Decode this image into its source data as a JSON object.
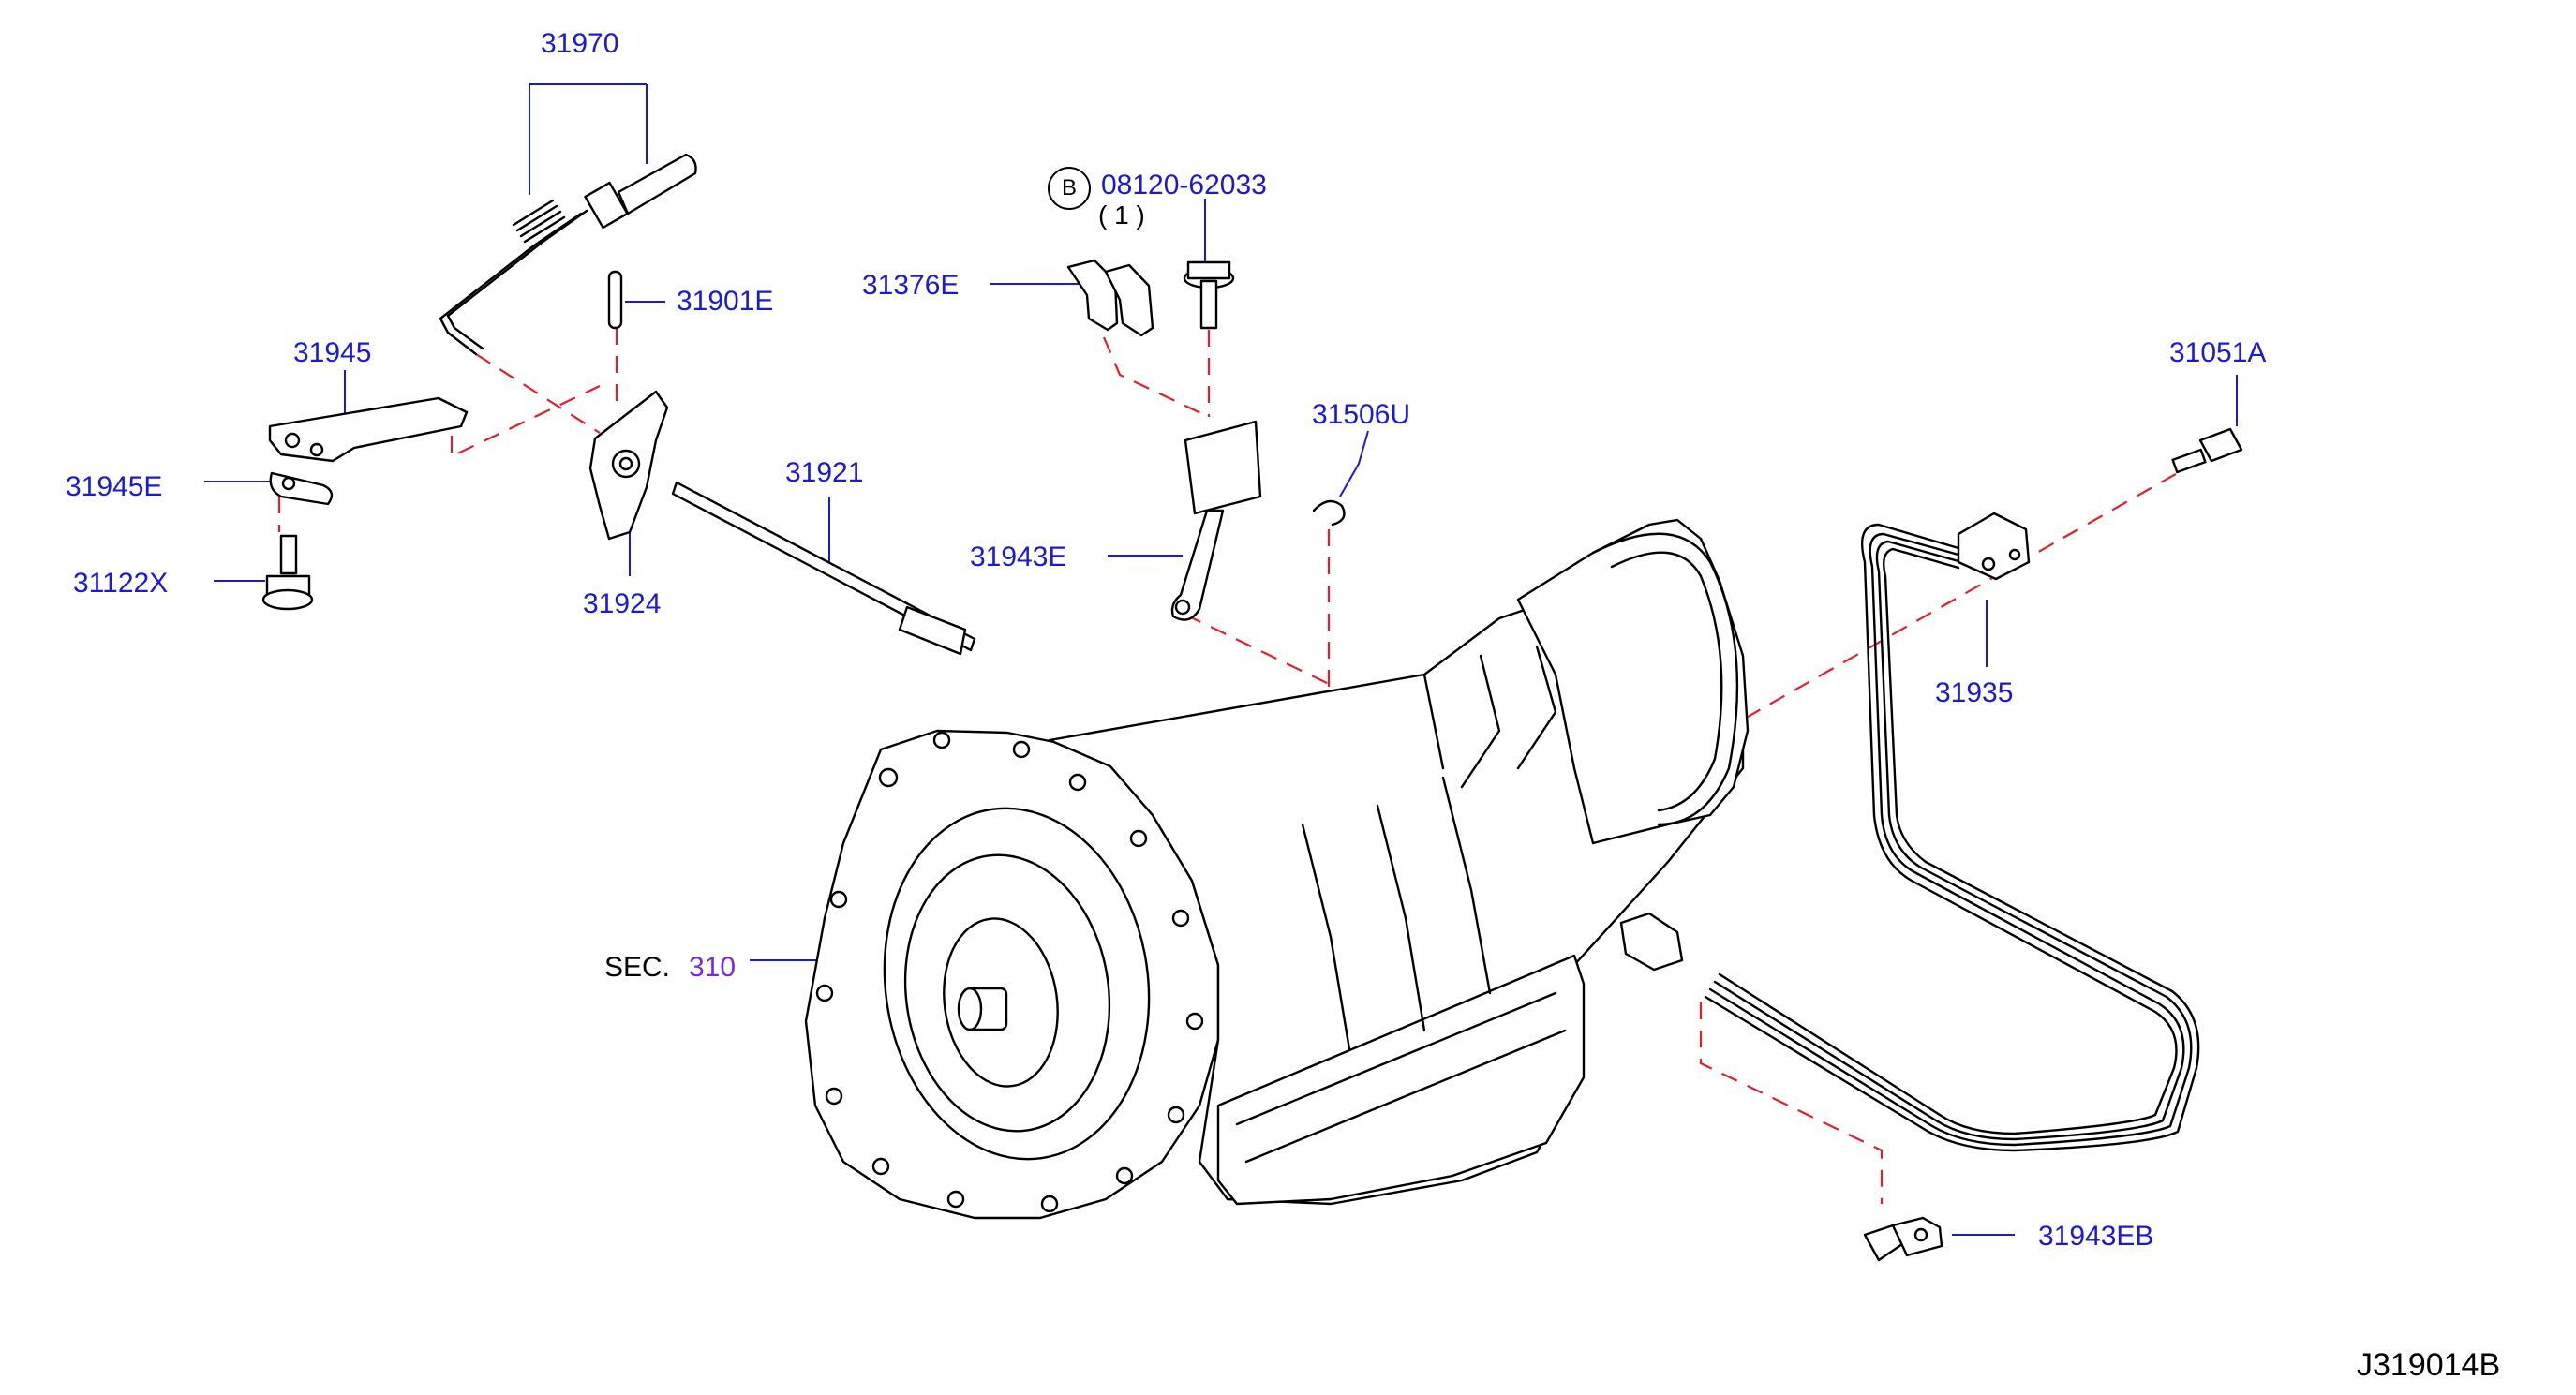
{
  "labels": {
    "p31970": "31970",
    "p31901e": "31901E",
    "p31945": "31945",
    "p31945e": "31945E",
    "p31122x": "31122X",
    "p31924": "31924",
    "p31921": "31921",
    "p08120": "08120-62033",
    "p08120_qty": "( 1 )",
    "p31376e": "31376E",
    "p31506u": "31506U",
    "p31943e": "31943E",
    "p31051a": "31051A",
    "p31935": "31935",
    "sec": "SEC.",
    "sec_num": "310",
    "p31943eb": "31943EB"
  },
  "bolt_marker": "B",
  "diagram_ref": "J319014B",
  "colors": {
    "label": "#1a1ad6",
    "section_link": "#7a2bd8",
    "dashed_guide": "#e0202c",
    "outline": "#000000"
  }
}
